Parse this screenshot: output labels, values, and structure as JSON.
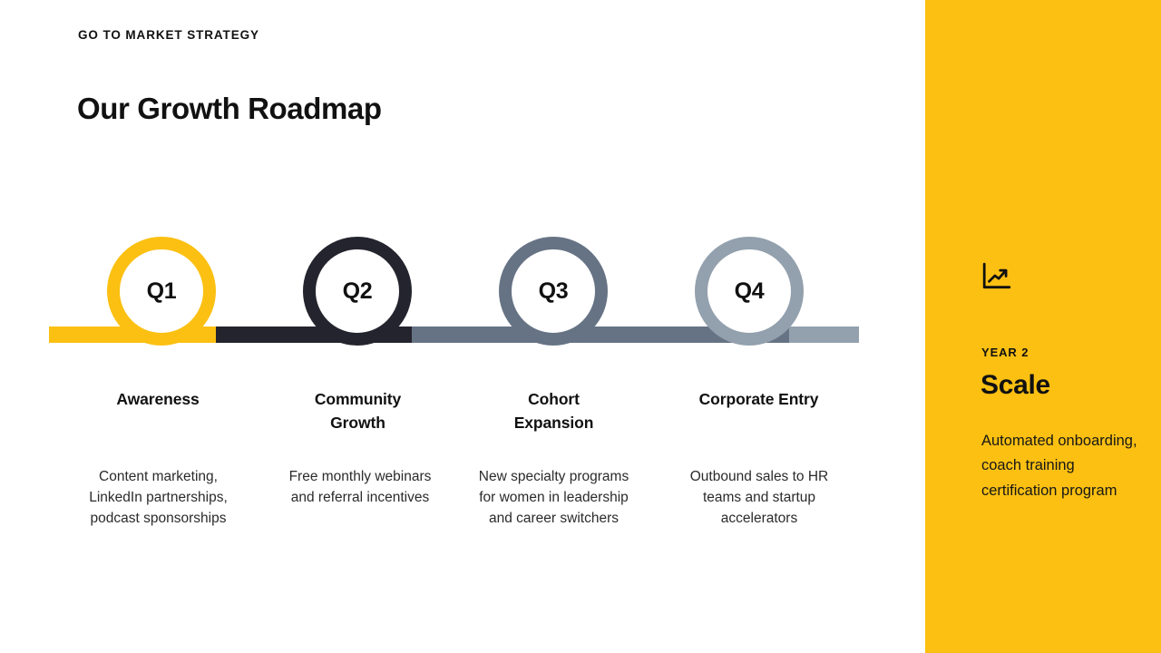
{
  "header": {
    "eyebrow": "GO TO MARKET STRATEGY",
    "title": "Our Growth Roadmap"
  },
  "theme": {
    "accent_yellow": "#fbc012",
    "dark_navy": "#24242e",
    "slate_gray": "#667384",
    "light_gray": "#93a0ad",
    "background": "#ffffff",
    "text_dark": "#111111"
  },
  "timeline": {
    "milestones": [
      {
        "id": "q1",
        "marker": "Q1",
        "title": "Awareness",
        "description": "Content marketing, LinkedIn partnerships, podcast sponsorships",
        "color": "#fbc012"
      },
      {
        "id": "q2",
        "marker": "Q2",
        "title": "Community Growth",
        "description": "Free monthly webinars and referral incentives",
        "color": "#24242e"
      },
      {
        "id": "q3",
        "marker": "Q3",
        "title": "Cohort Expansion",
        "description": "New specialty programs for women in leadership and career switchers",
        "color": "#667384"
      },
      {
        "id": "q4",
        "marker": "Q4",
        "title": "Corporate Entry",
        "description": "Outbound sales to HR teams and startup accelerators",
        "color": "#93a0ad"
      }
    ]
  },
  "side_panel": {
    "icon": "trending-up-chart-icon",
    "kicker": "YEAR 2",
    "heading": "Scale",
    "body": "Automated onboarding, coach training certification program"
  }
}
